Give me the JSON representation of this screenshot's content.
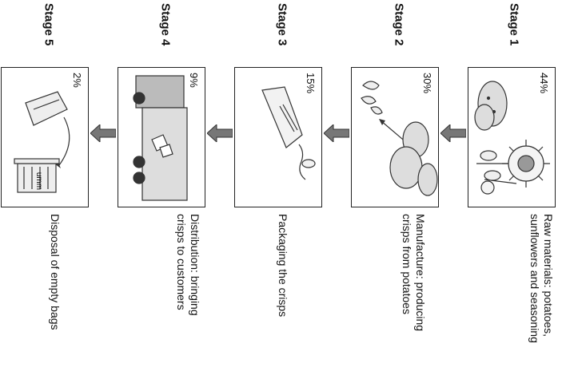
{
  "stages": [
    {
      "title": "Stage 1",
      "percent": "44%",
      "description": "Raw materials: potatoes,\nsunflowers and seasoning"
    },
    {
      "title": "Stage 2",
      "percent": "30%",
      "description": "Manufacture: producing\ncrisps from potatoes"
    },
    {
      "title": "Stage 3",
      "percent": "15%",
      "description": "Packaging the crisps"
    },
    {
      "title": "Stage 4",
      "percent": "9%",
      "description": "Distribution: bringing\ncrisps to customers"
    },
    {
      "title": "Stage 5",
      "percent": "2%",
      "description": "Disposal of empty bags"
    }
  ],
  "bin_label": "umm"
}
